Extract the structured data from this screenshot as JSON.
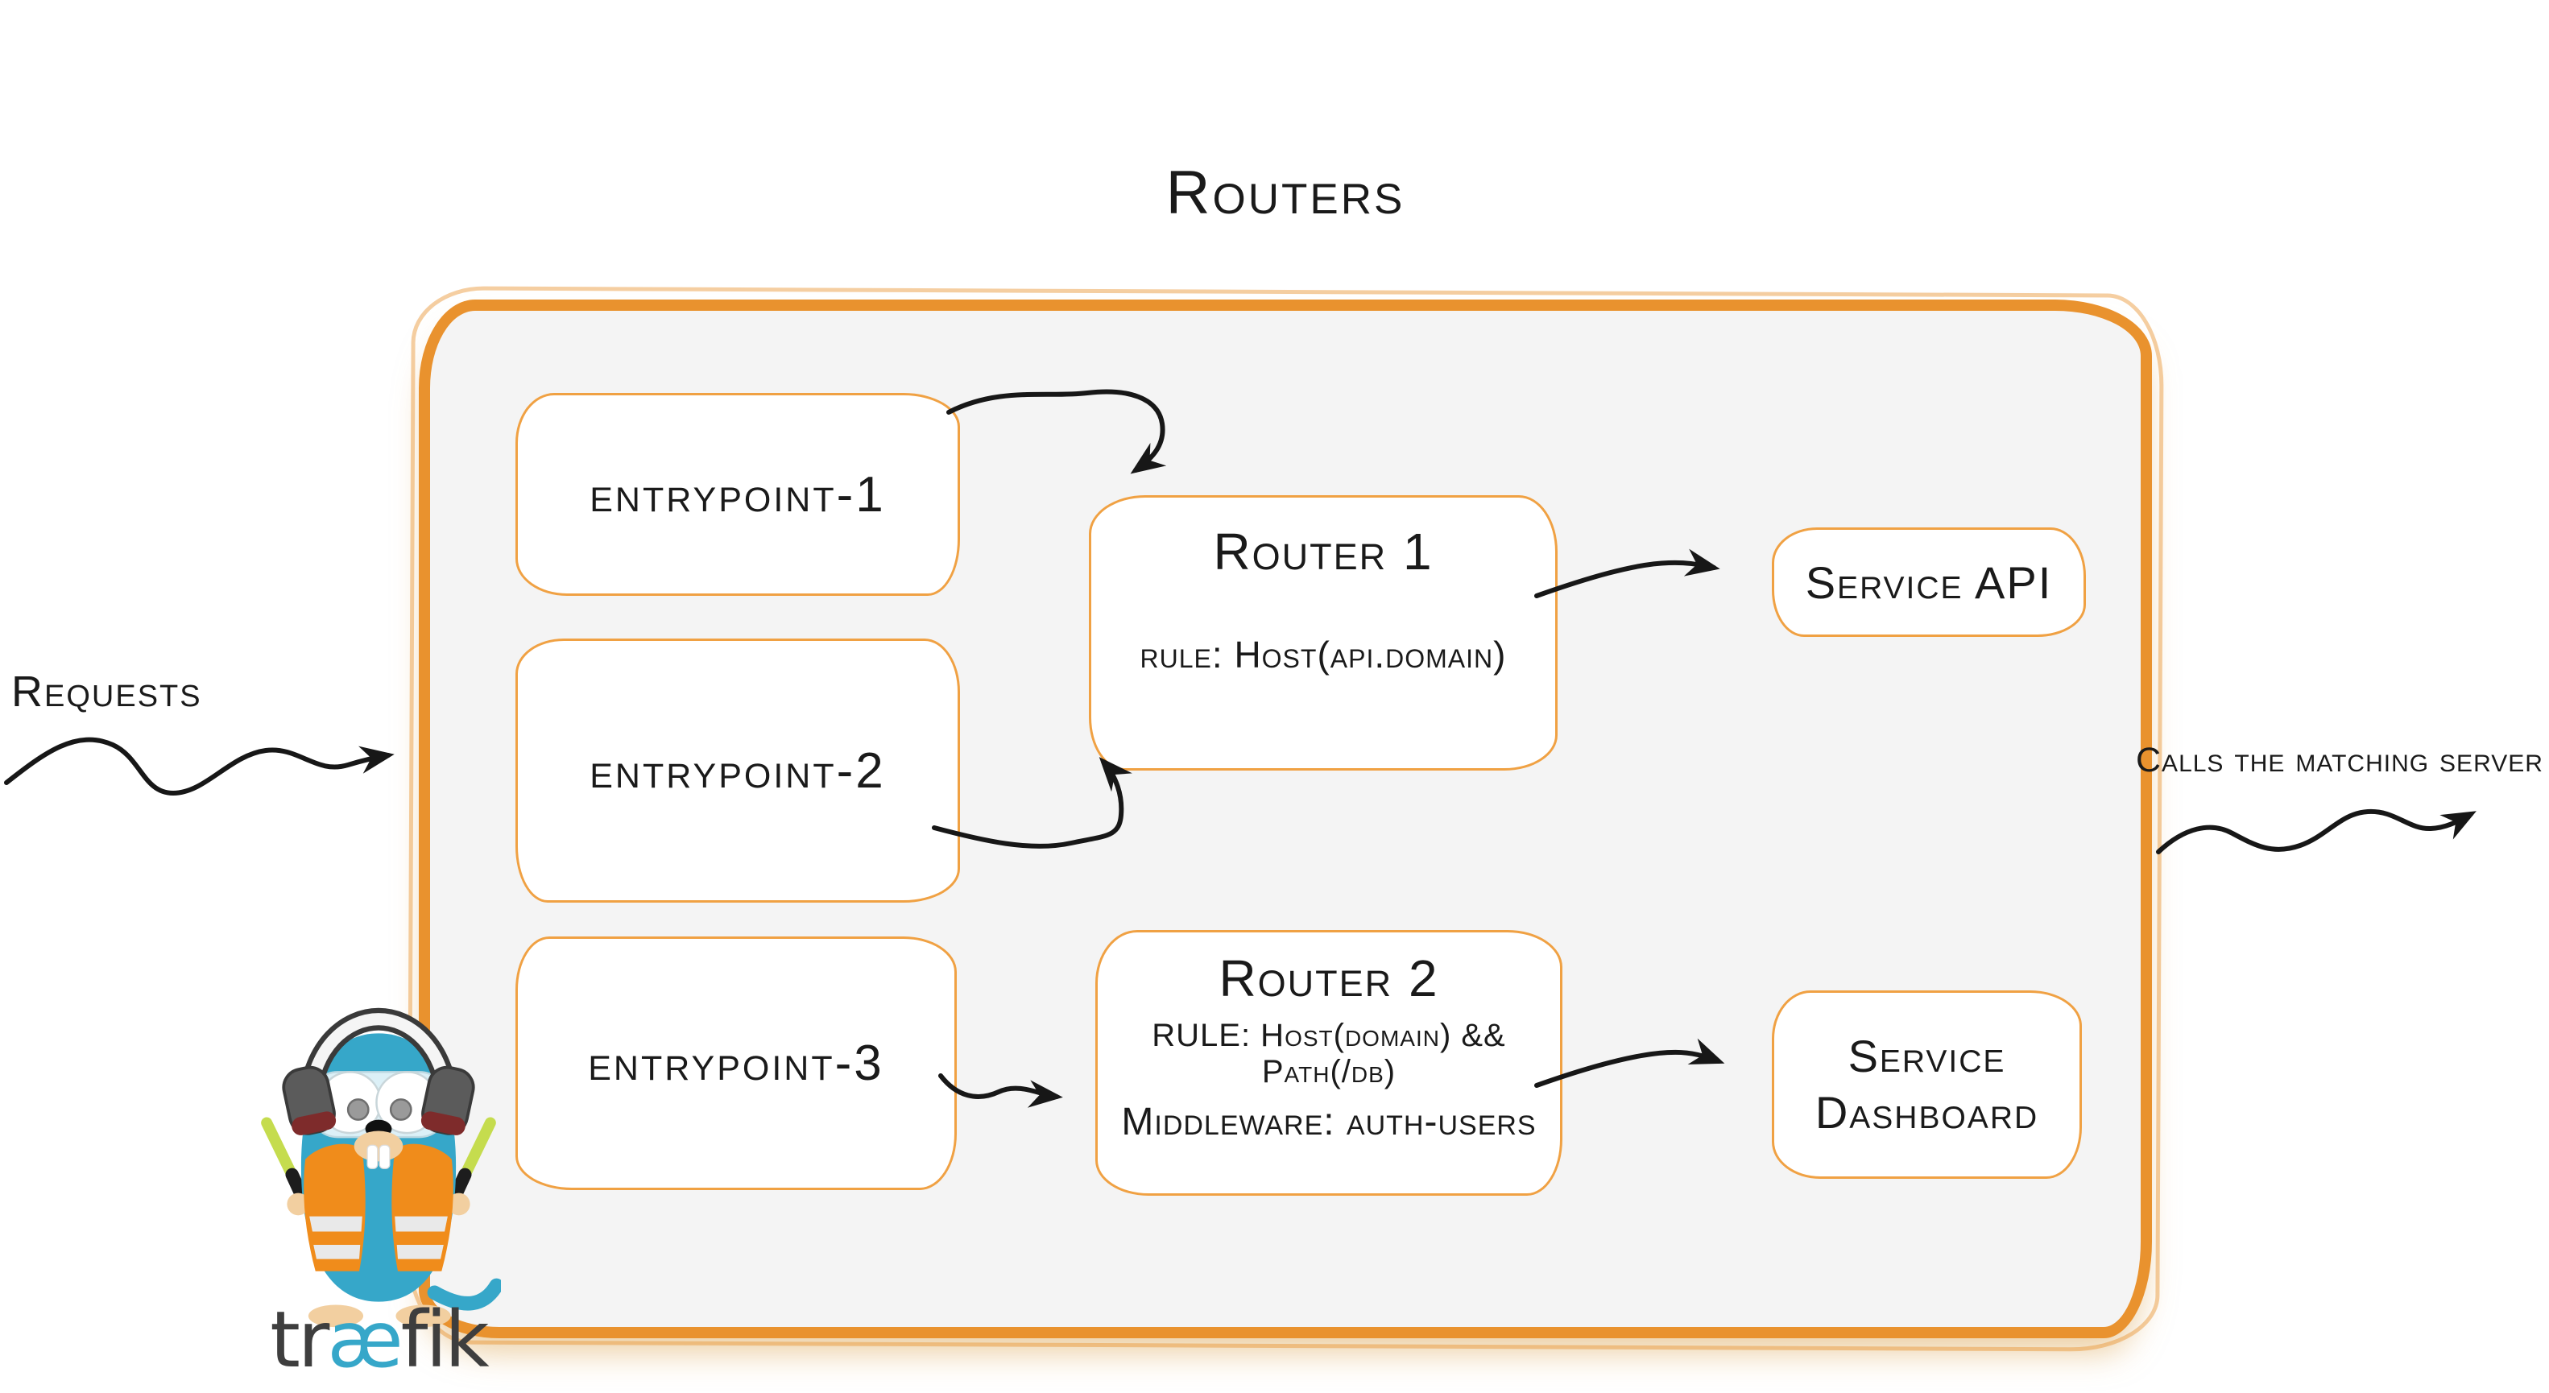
{
  "title": "Routers",
  "side_labels": {
    "requests": "Requests",
    "calls": "Calls the matching server"
  },
  "entrypoints": [
    {
      "label": "entrypoint-1"
    },
    {
      "label": "entrypoint-2"
    },
    {
      "label": "entrypoint-3"
    }
  ],
  "routers": [
    {
      "name": "Router 1",
      "rule": "rule: Host(api.domain)"
    },
    {
      "name": "Router 2",
      "rule": "RULE: Host(domain) && Path(/db)",
      "middleware": "Middleware: auth-users"
    }
  ],
  "services": [
    {
      "label": "Service API"
    },
    {
      "label": "Service Dashboard"
    }
  ],
  "logo": {
    "wordmark": {
      "pre": "tr",
      "ligature": "æ",
      "post": "fik"
    },
    "mascot": "traefik-gopher"
  },
  "colors": {
    "accent_orange": "#E9922E",
    "box_border_orange": "#F0A143",
    "panel_fill": "#F4F4F4",
    "ink": "#1A1A1A",
    "traefik_blue": "#36A7C9",
    "wordmark_gray": "#3E3E3E"
  }
}
